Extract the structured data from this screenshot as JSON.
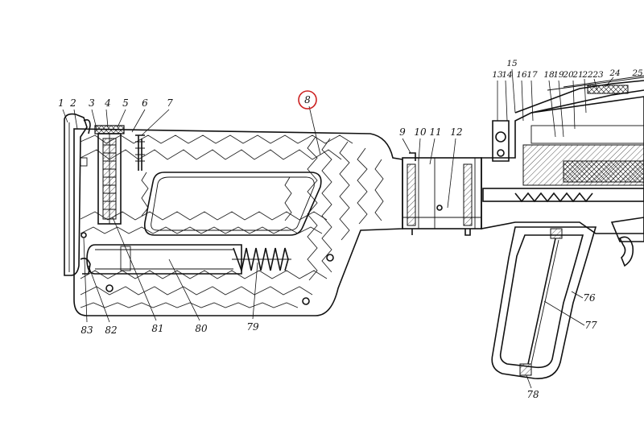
{
  "callouts": {
    "highlighted": "8",
    "left_top": [
      "1",
      "2",
      "3",
      "4",
      "5",
      "6",
      "7"
    ],
    "center_top": [
      "9",
      "10",
      "11",
      "12"
    ],
    "right_top": [
      "13",
      "14",
      "15",
      "16",
      "17",
      "18",
      "19",
      "20",
      "21",
      "22",
      "23",
      "24",
      "25"
    ],
    "bottom": [
      "83",
      "82",
      "81",
      "80",
      "79"
    ],
    "grip": [
      "76",
      "77",
      "78"
    ]
  },
  "colors": {
    "ink": "#111111",
    "highlight_ring": "#cc2222",
    "background": "#ffffff"
  }
}
